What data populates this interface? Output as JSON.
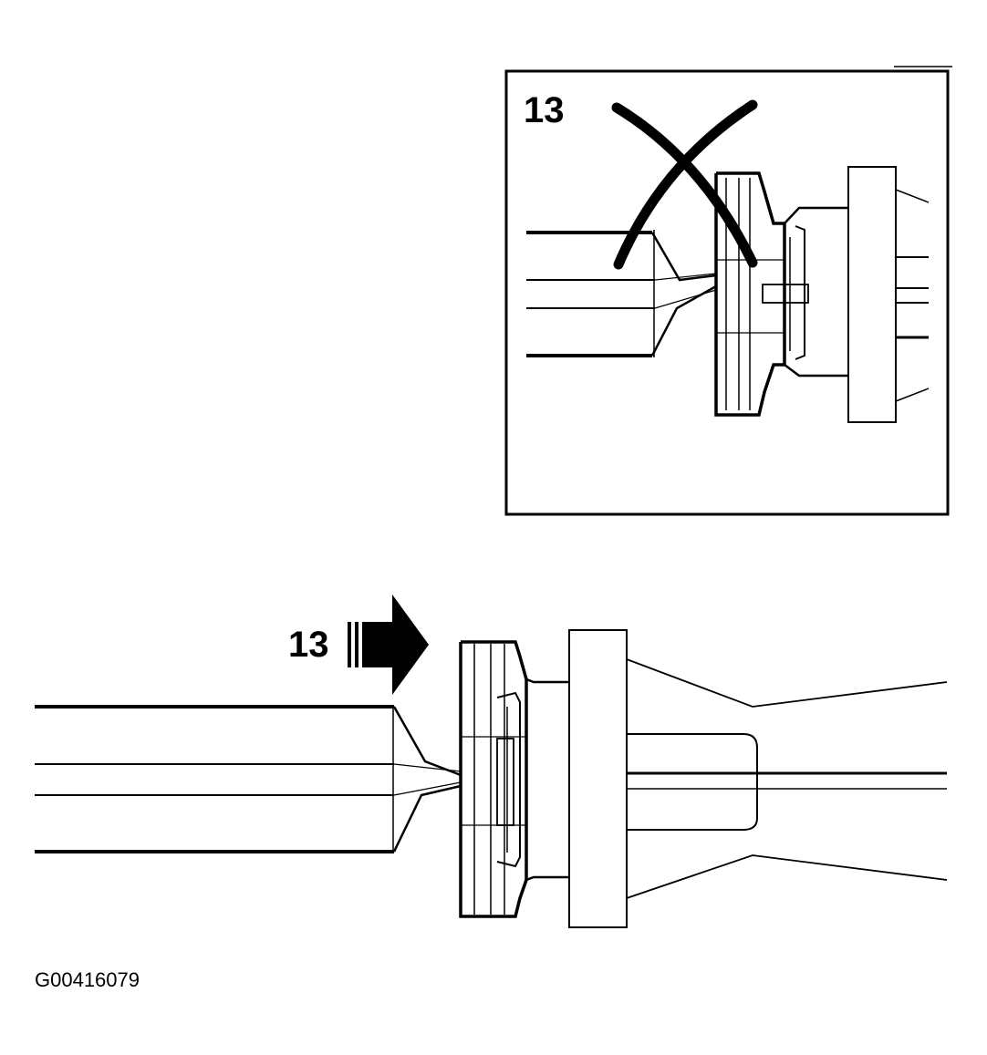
{
  "diagram": {
    "inset_callout": "13",
    "main_callout": "13",
    "figure_id": "G00416079"
  },
  "colors": {
    "ink": "#000000",
    "paper": "#ffffff"
  }
}
